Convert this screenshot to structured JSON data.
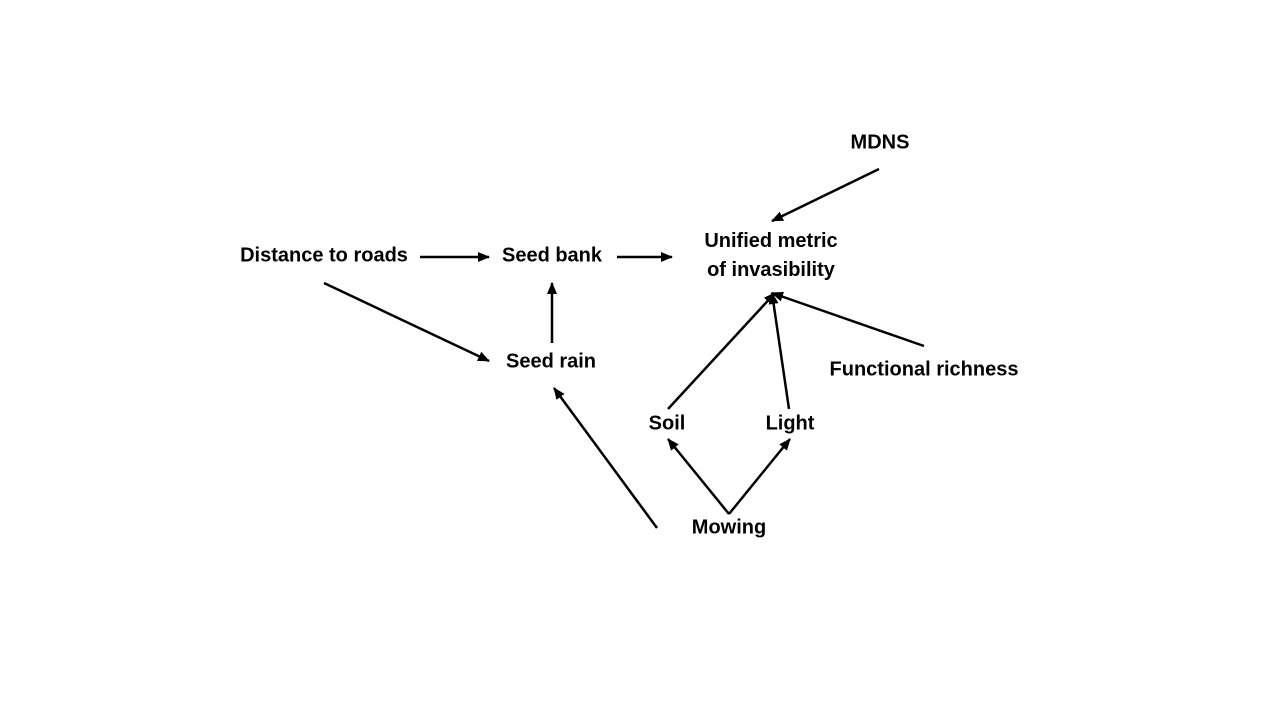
{
  "diagram": {
    "nodes": {
      "mdns": "MDNS",
      "unified_metric": [
        "Unified metric",
        "of invasibility"
      ],
      "distance_to_roads": "Distance to roads",
      "seed_bank": "Seed bank",
      "seed_rain": "Seed rain",
      "functional_richness": "Functional richness",
      "soil": "Soil",
      "light": "Light",
      "mowing": "Mowing"
    },
    "edges": [
      {
        "from": "mdns",
        "to": "unified_metric"
      },
      {
        "from": "distance_to_roads",
        "to": "seed_bank"
      },
      {
        "from": "seed_bank",
        "to": "unified_metric"
      },
      {
        "from": "distance_to_roads",
        "to": "seed_rain"
      },
      {
        "from": "seed_rain",
        "to": "seed_bank"
      },
      {
        "from": "mowing",
        "to": "seed_rain"
      },
      {
        "from": "soil",
        "to": "unified_metric"
      },
      {
        "from": "light",
        "to": "unified_metric"
      },
      {
        "from": "functional_richness",
        "to": "unified_metric"
      },
      {
        "from": "mowing",
        "to": "soil"
      },
      {
        "from": "mowing",
        "to": "light"
      }
    ],
    "line_color": "#000000"
  }
}
